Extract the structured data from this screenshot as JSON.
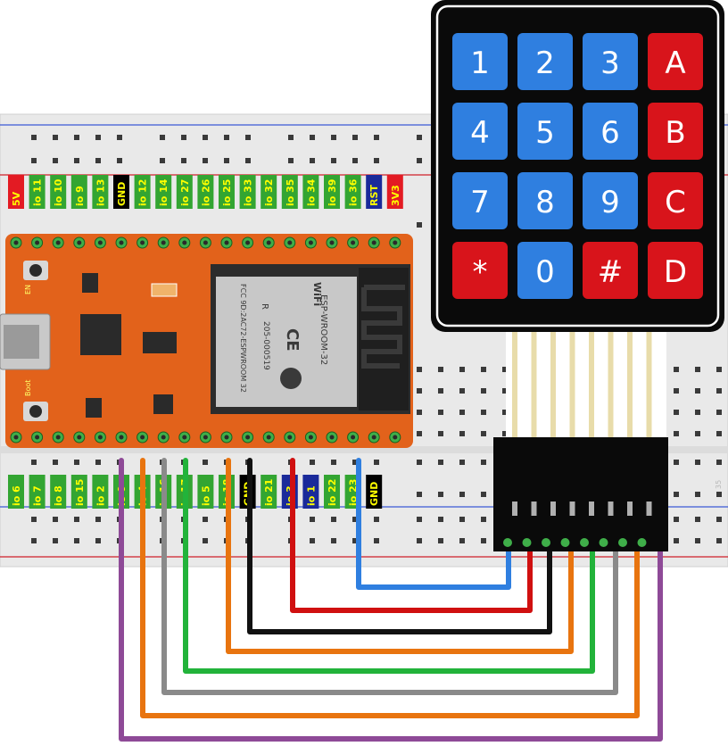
{
  "top_labels": [
    {
      "text": "5V",
      "bg": "#e31b23",
      "fg": "#ffff00"
    },
    {
      "text": "io 11",
      "bg": "#33a532",
      "fg": "#ffff00"
    },
    {
      "text": "io 10",
      "bg": "#33a532",
      "fg": "#ffff00"
    },
    {
      "text": "io 9",
      "bg": "#33a532",
      "fg": "#ffff00"
    },
    {
      "text": "io 13",
      "bg": "#33a532",
      "fg": "#ffff00"
    },
    {
      "text": "GND",
      "bg": "#000000",
      "fg": "#ffff00"
    },
    {
      "text": "io 12",
      "bg": "#33a532",
      "fg": "#ffff00"
    },
    {
      "text": "io 14",
      "bg": "#33a532",
      "fg": "#ffff00"
    },
    {
      "text": "io 27",
      "bg": "#33a532",
      "fg": "#ffff00"
    },
    {
      "text": "io 26",
      "bg": "#33a532",
      "fg": "#ffff00"
    },
    {
      "text": "io 25",
      "bg": "#33a532",
      "fg": "#ffff00"
    },
    {
      "text": "io 33",
      "bg": "#33a532",
      "fg": "#ffff00"
    },
    {
      "text": "io 32",
      "bg": "#33a532",
      "fg": "#ffff00"
    },
    {
      "text": "io 35",
      "bg": "#33a532",
      "fg": "#ffff00"
    },
    {
      "text": "io 34",
      "bg": "#33a532",
      "fg": "#ffff00"
    },
    {
      "text": "io 39",
      "bg": "#33a532",
      "fg": "#ffff00"
    },
    {
      "text": "io 36",
      "bg": "#33a532",
      "fg": "#ffff00"
    },
    {
      "text": "RST",
      "bg": "#1a2a9a",
      "fg": "#ffff00"
    },
    {
      "text": "3V3",
      "bg": "#e31b23",
      "fg": "#ffff00"
    }
  ],
  "bottom_labels": [
    {
      "text": "io 6",
      "bg": "#33a532",
      "fg": "#ffff00"
    },
    {
      "text": "io 7",
      "bg": "#33a532",
      "fg": "#ffff00"
    },
    {
      "text": "io 8",
      "bg": "#33a532",
      "fg": "#ffff00"
    },
    {
      "text": "io 15",
      "bg": "#33a532",
      "fg": "#ffff00"
    },
    {
      "text": "io 2",
      "bg": "#33a532",
      "fg": "#ffff00"
    },
    {
      "text": "io 0",
      "bg": "#33a532",
      "fg": "#ffff00"
    },
    {
      "text": "io 4",
      "bg": "#33a532",
      "fg": "#ffff00"
    },
    {
      "text": "io 16",
      "bg": "#33a532",
      "fg": "#ffff00"
    },
    {
      "text": "io 17",
      "bg": "#33a532",
      "fg": "#ffff00"
    },
    {
      "text": "io 5",
      "bg": "#33a532",
      "fg": "#ffff00"
    },
    {
      "text": "io 18",
      "bg": "#33a532",
      "fg": "#ffff00"
    },
    {
      "text": "GND",
      "bg": "#000000",
      "fg": "#ffff00"
    },
    {
      "text": "io 21",
      "bg": "#33a532",
      "fg": "#ffff00"
    },
    {
      "text": "io 3",
      "bg": "#1a2a9a",
      "fg": "#ffff00"
    },
    {
      "text": "io 1",
      "bg": "#1a2a9a",
      "fg": "#ffff00"
    },
    {
      "text": "io 22",
      "bg": "#33a532",
      "fg": "#ffff00"
    },
    {
      "text": "io 23",
      "bg": "#33a532",
      "fg": "#ffff00"
    },
    {
      "text": "GND",
      "bg": "#000000",
      "fg": "#ffff00"
    }
  ],
  "module": {
    "line1": "ESP-WROOM-32",
    "line2": "205-000519",
    "line3": "FCC 9D:2AC72-ESPWROOM 32",
    "ce": "CE",
    "r": "R",
    "wifi": "WiFi"
  },
  "board": {
    "en_label": "EN",
    "boot_label": "Boot"
  },
  "breadboard": {
    "column_number": "35"
  },
  "keypad": {
    "keys": [
      {
        "label": "1",
        "color": "#2f7fe0"
      },
      {
        "label": "2",
        "color": "#2f7fe0"
      },
      {
        "label": "3",
        "color": "#2f7fe0"
      },
      {
        "label": "A",
        "color": "#d8141b"
      },
      {
        "label": "4",
        "color": "#2f7fe0"
      },
      {
        "label": "5",
        "color": "#2f7fe0"
      },
      {
        "label": "6",
        "color": "#2f7fe0"
      },
      {
        "label": "B",
        "color": "#d8141b"
      },
      {
        "label": "7",
        "color": "#2f7fe0"
      },
      {
        "label": "8",
        "color": "#2f7fe0"
      },
      {
        "label": "9",
        "color": "#2f7fe0"
      },
      {
        "label": "C",
        "color": "#d8141b"
      },
      {
        "label": "*",
        "color": "#d8141b"
      },
      {
        "label": "0",
        "color": "#2f7fe0"
      },
      {
        "label": "#",
        "color": "#d8141b"
      },
      {
        "label": "D",
        "color": "#d8141b"
      }
    ]
  },
  "wires": [
    {
      "color": "#8e4a97"
    },
    {
      "color": "#e8740f"
    },
    {
      "color": "#8a8a8a"
    },
    {
      "color": "#22b33a"
    },
    {
      "color": "#e8740f"
    },
    {
      "color": "#111111"
    },
    {
      "color": "#d01010"
    },
    {
      "color": "#2f7fe0"
    }
  ]
}
